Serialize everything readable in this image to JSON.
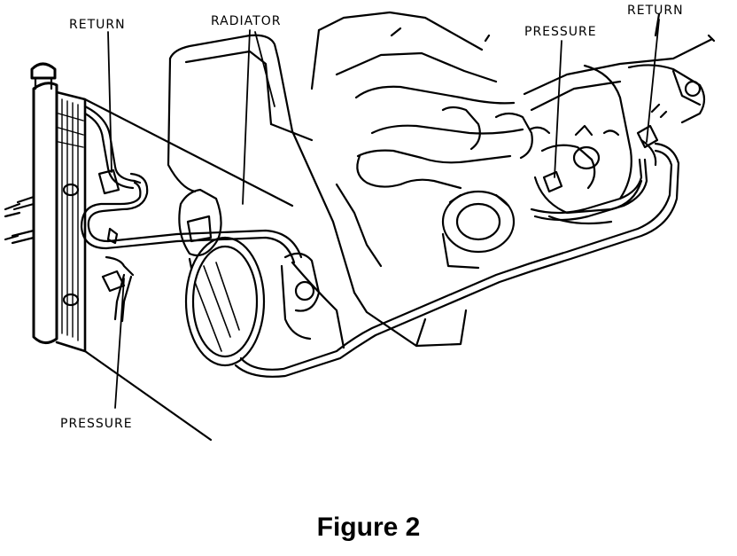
{
  "labels": {
    "return_left": "RETURN",
    "radiator": "RADIATOR",
    "pressure_top": "PRESSURE",
    "return_right": "RETURN",
    "pressure_bottom": "PRESSURE"
  },
  "caption": "Figure 2"
}
